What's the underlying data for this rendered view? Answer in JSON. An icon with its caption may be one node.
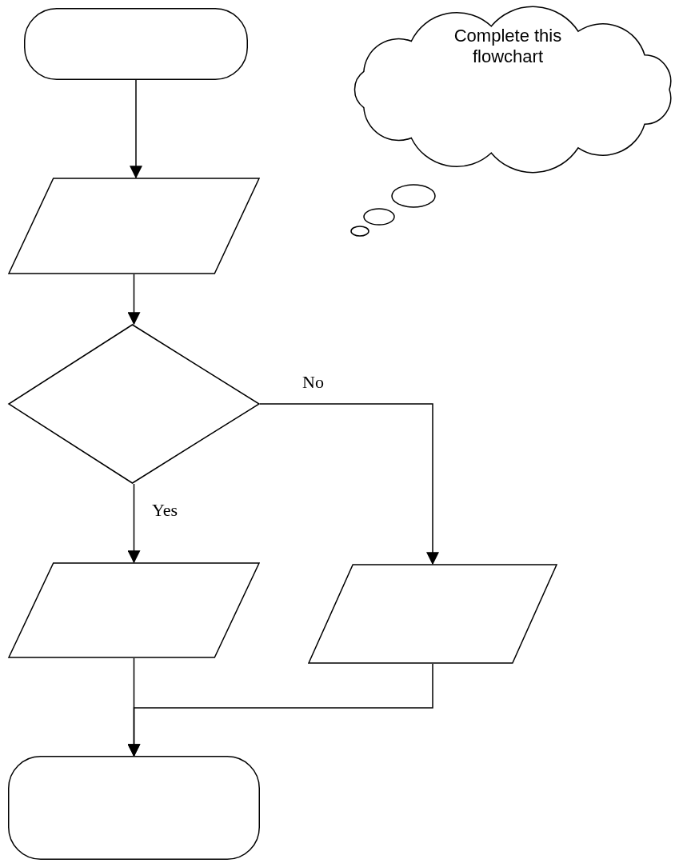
{
  "diagram": {
    "nodes": [
      {
        "text": [],
        "shape": "terminal"
      },
      {
        "text": [],
        "shape": "parallelogram"
      },
      {
        "text": [],
        "shape": "diamond"
      },
      {
        "text": [],
        "shape": "parallelogram"
      },
      {
        "text": [],
        "shape": "parallelogram"
      },
      {
        "text": [],
        "shape": "terminal"
      },
      {
        "text": [
          "Complete this flowchart"
        ]
      }
    ],
    "edges": [
      {
        "from": 0,
        "to": 1,
        "arrow": "to"
      },
      {
        "from": 1,
        "to": 2,
        "arrow": "to"
      },
      {
        "from": 2,
        "to": 3,
        "arrow": "to",
        "label": "Yes"
      },
      {
        "from": 2,
        "to": 4,
        "arrow": "to",
        "label": "No"
      },
      {
        "from": 3,
        "to": 5,
        "arrow": "to"
      },
      {
        "from": 4,
        "to": 5,
        "arrow": "to"
      }
    ]
  }
}
